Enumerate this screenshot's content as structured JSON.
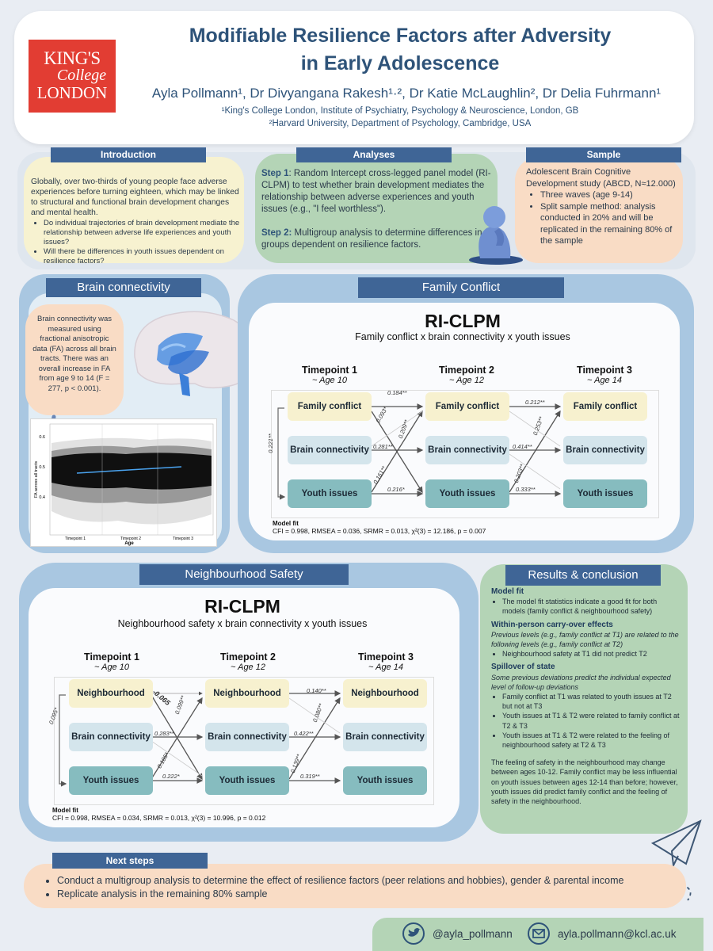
{
  "header": {
    "logo": {
      "l1": "KING'S",
      "l2": "College",
      "l3": "LONDON"
    },
    "title_1": "Modifiable Resilience Factors after Adversity",
    "title_2": "in Early Adolescence",
    "authors": "Ayla Pollmann¹, Dr Divyangana Rakesh¹·², Dr Katie McLaughlin², Dr Delia Fuhrmann¹",
    "aff_1": "¹King's College London, Institute of Psychiatry, Psychology & Neuroscience, London, GB",
    "aff_2": "²Harvard University, Department of Psychology, Cambridge, USA"
  },
  "intro": {
    "title": "Introduction",
    "text": "Globally, over two-thirds of young people face adverse experiences before turning eighteen, which may be linked to structural and functional brain development changes and mental health.",
    "bullets": [
      "Do individual trajectories of brain development mediate the relationship between adverse life experiences and youth issues?",
      "Will there be differences in youth issues dependent on resilience factors?"
    ]
  },
  "analyses": {
    "title": "Analyses",
    "step1_label": "Step 1",
    "step1_text": ": Random Intercept cross-legged panel model (RI-CLPM) to test whether brain development mediates the relationship between adverse experiences and youth issues (e.g., \"I feel worthless\").",
    "step2_label": "Step 2:",
    "step2_text": " Multigroup analysis to determine differences in groups dependent on resilience factors."
  },
  "sample": {
    "title": "Sample",
    "text": "Adolescent Brain Cognitive Development study (ABCD, N≈12.000)",
    "bullets": [
      "Three waves (age 9-14)",
      "Split sample method: analysis conducted in 20% and will be replicated in the remaining 80% of the sample"
    ]
  },
  "brain": {
    "title": "Brain connectivity",
    "text": "Brain connectivity was measured using fractional anisotropic data (FA) across all brain tracts. There was an overall increase in FA from age 9 to 14 (F = 277, p < 0.001).",
    "plot_ylabel": "FA across all tracts",
    "plot_xlabel": "Age",
    "plot_yticks": [
      "0.6",
      "0.5",
      "0.4"
    ],
    "plot_xticks": [
      "Timepoint 1",
      "Timepoint 2",
      "Timepoint 3"
    ]
  },
  "family": {
    "title": "Family Conflict",
    "model": "RI-CLPM",
    "subtitle": "Family conflict x brain connectivity x youth issues",
    "tps": [
      {
        "t": "Timepoint 1",
        "a": "~ Age 10"
      },
      {
        "t": "Timepoint 2",
        "a": "~ Age 12"
      },
      {
        "t": "Timepoint 3",
        "a": "~ Age 14"
      }
    ],
    "nodes": {
      "top": "Family conflict",
      "mid": "Brain connectivity",
      "bot": "Youth issues"
    },
    "coefs": {
      "c1": "0.221**",
      "c2": "0.184**",
      "c3": "0.093*",
      "c4": "0.209**",
      "c5": "0.281**",
      "c6": "0.161**",
      "c7": "0.216*",
      "c8": "0.212**",
      "c9": "0.253**",
      "c10": "0.414**",
      "c11": "0.203**",
      "c12": "0.333**"
    },
    "fit_label": "Model fit",
    "fit": "CFI = 0.998, RMSEA = 0.036, SRMR = 0.013, χ²(3) = 12.186, p = 0.007"
  },
  "neigh": {
    "title": "Neighbourhood Safety",
    "model": "RI-CLPM",
    "subtitle": "Neighbourhood safety x brain connectivity x youth issues",
    "tps": [
      {
        "t": "Timepoint 1",
        "a": "~ Age 10"
      },
      {
        "t": "Timepoint 2",
        "a": "~ Age 12"
      },
      {
        "t": "Timepoint 3",
        "a": "~ Age 14"
      }
    ],
    "nodes": {
      "top": "Neighbourhood",
      "mid": "Brain connectivity",
      "bot": "Youth issues"
    },
    "coefs": {
      "c1": "0.095*",
      "c2": "-0.065",
      "c3": "0.099**",
      "c4": "0.283**",
      "c5": "0.105*",
      "c6": "0.222*",
      "c7": "0.140**",
      "c8": "0.080**",
      "c9": "0.422**",
      "c10": "0.139**",
      "c11": "0.319**"
    },
    "fit_label": "Model fit",
    "fit": "CFI = 0.998, RMSEA = 0.034, SRMR = 0.013, χ²(3) = 10.996, p = 0.012"
  },
  "results": {
    "title": "Results & conclusion",
    "fit_h": "Model fit",
    "fit_b": "The model fit statistics indicate a good fit for both models (family conflict & neighbourhood safety)",
    "carry_h": "Within-person carry-over effects",
    "carry_i": "Previous levels (e.g., family conflict at T1) are related to the following levels (e.g., family conflict at T2)",
    "carry_b": "Neighbourhood safety at T1 did not predict T2",
    "spill_h": "Spillover of state",
    "spill_i": "Some previous deviations predict the individual expected level of follow-up deviations",
    "spill_b": [
      "Family conflict at T1 was related to youth issues at T2 but not at T3",
      "Youth issues at T1 & T2 were related to family conflict at T2 & T3",
      "Youth issues at T1 & T2 were related to the feeling of neighbourhood safety at T2 & T3"
    ],
    "conclusion": "The feeling of safety in the neighbourhood may change between ages 10-12. Family conflict may be less influential on youth issues between ages 12-14 than before; however, youth issues did predict family conflict and the feeling of safety in the neighbourhood."
  },
  "next": {
    "title": "Next steps",
    "bullets": [
      "Conduct a multigroup analysis to determine the effect of resilience factors (peer relations and hobbies), gender & parental income",
      "Replicate analysis in the remaining 80% sample"
    ]
  },
  "contact": {
    "twitter": "@ayla_pollmann",
    "email": "ayla.pollmann@kcl.ac.uk"
  },
  "colors": {
    "navy": "#3f6596",
    "title_blue": "#2e5379",
    "yellow": "#f7f1cf",
    "teal": "#86bcbf",
    "light_blue": "#d4e5ec",
    "kcl_red": "#e23d33",
    "green": "#b4d4b6"
  }
}
